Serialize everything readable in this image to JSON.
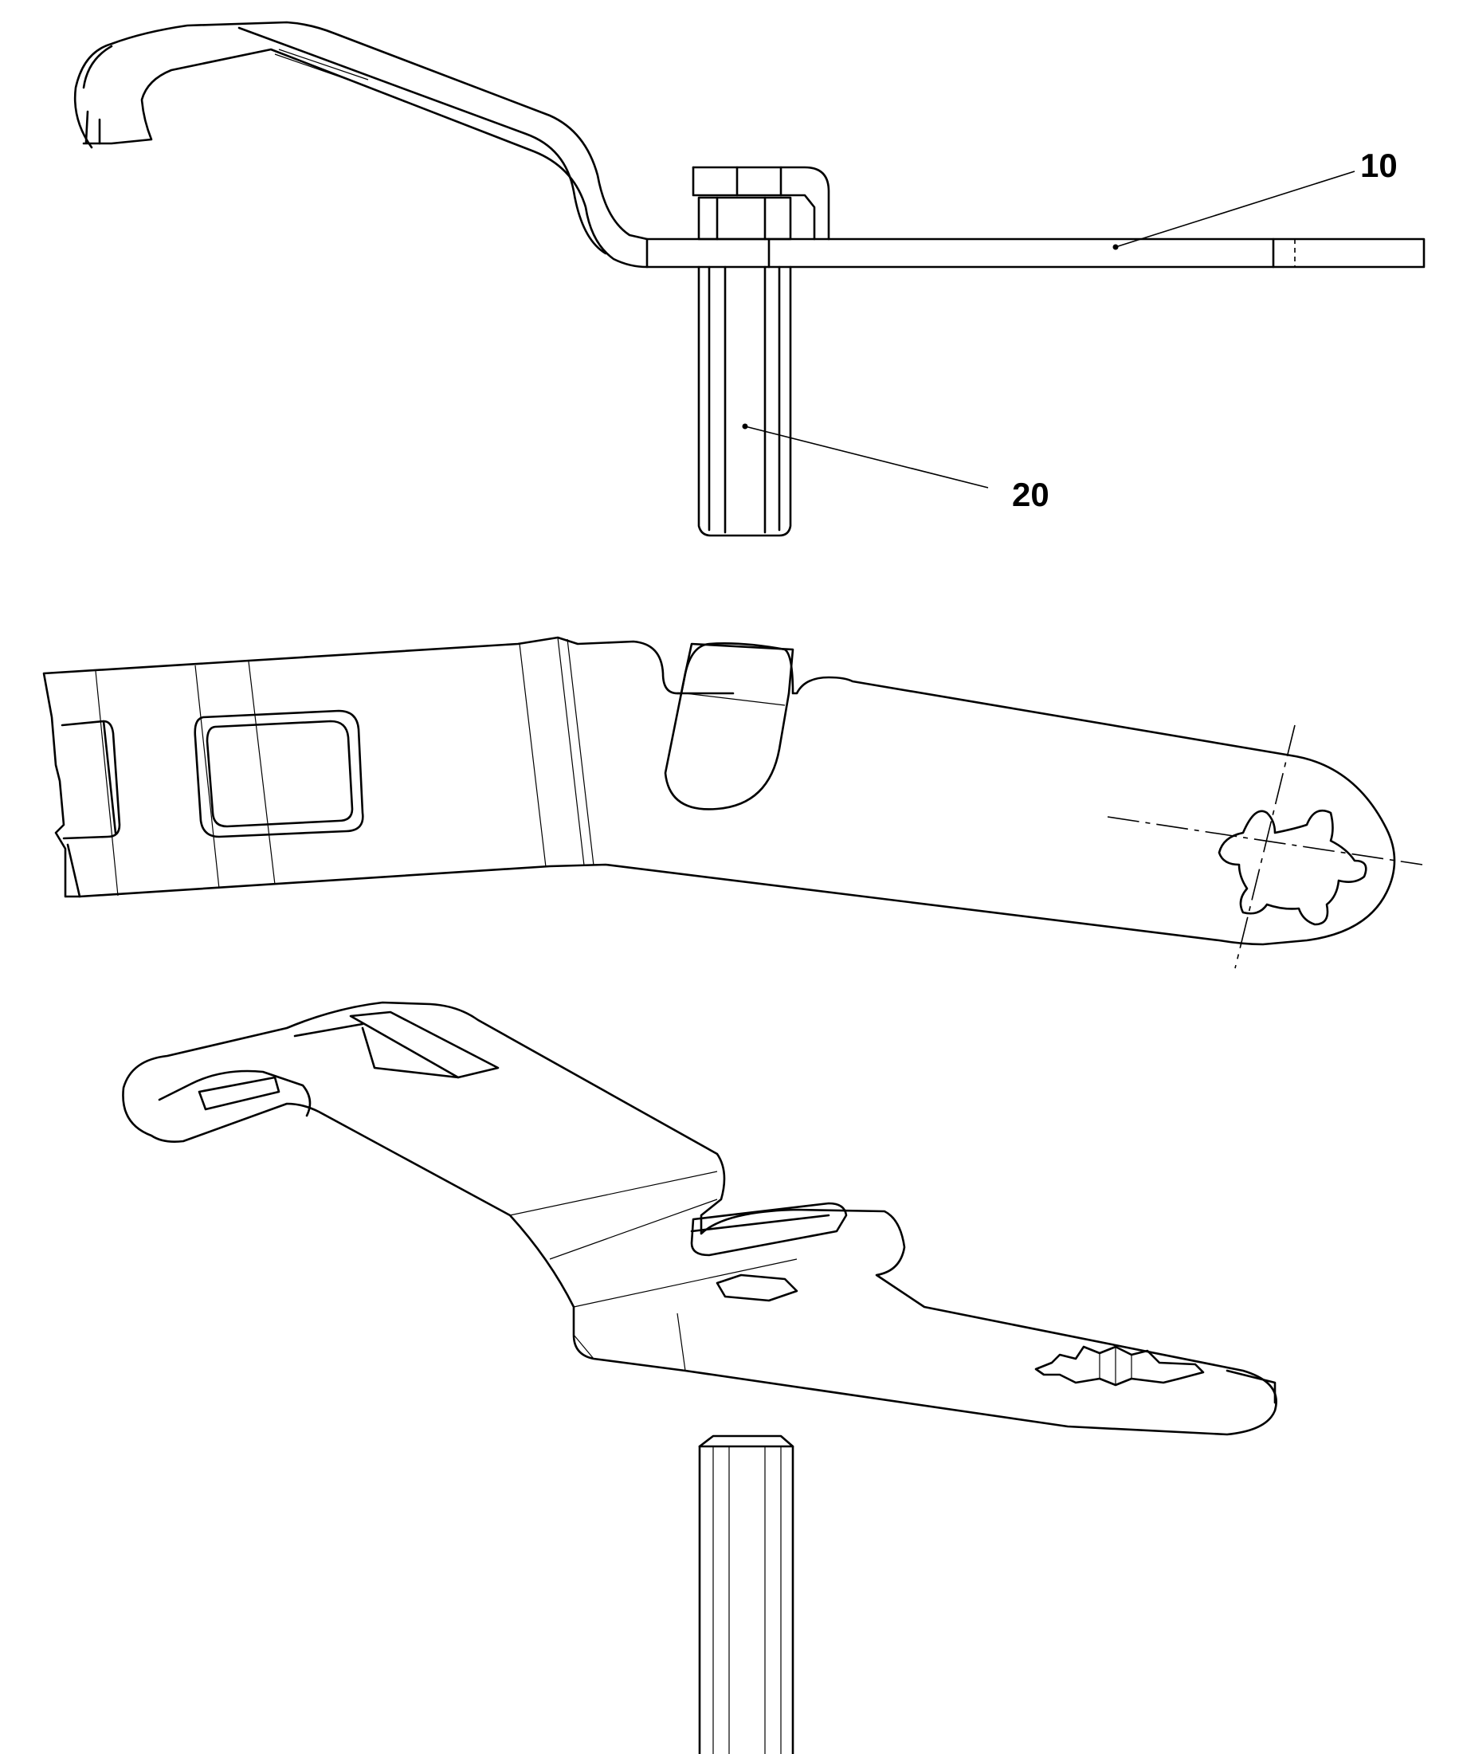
{
  "callouts": [
    {
      "id": "callout-10",
      "text": "10"
    },
    {
      "id": "callout-20",
      "text": "20"
    }
  ]
}
